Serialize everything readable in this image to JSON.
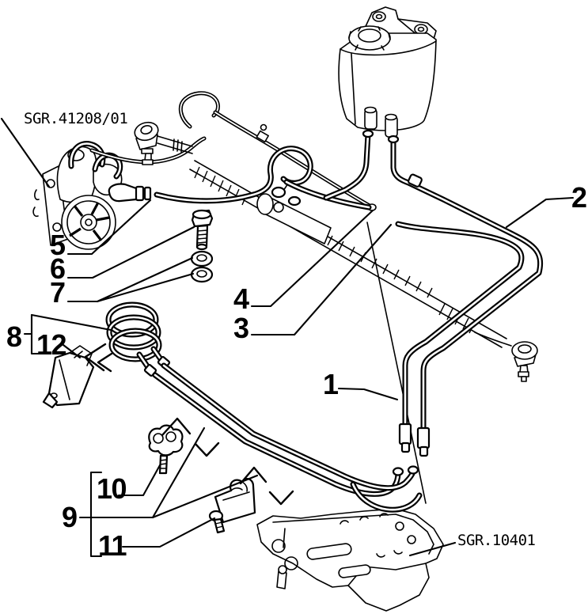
{
  "diagram": {
    "type": "exploded-parts-diagram",
    "colors": {
      "background": "#ffffff",
      "line": "#000000"
    },
    "ref_labels": {
      "top_left": "SGR.41208/01",
      "bottom_right": "SGR.10401"
    },
    "callouts": {
      "c1": "1",
      "c2": "2",
      "c3": "3",
      "c4": "4",
      "c5": "5",
      "c6": "6",
      "c7": "7",
      "c8": "8",
      "c9": "9",
      "c10": "10",
      "c11": "11",
      "c12": "12"
    }
  }
}
